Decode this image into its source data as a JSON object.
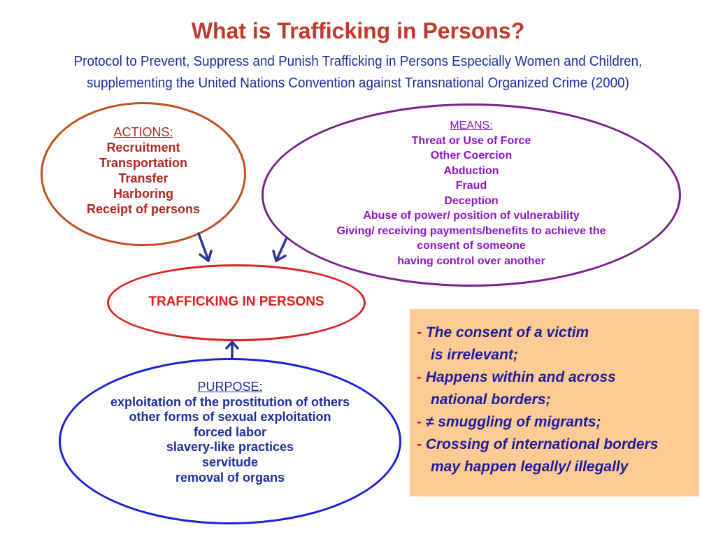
{
  "title": "What is Trafficking in Persons?",
  "subtitle": {
    "line1": "Protocol to Prevent, Suppress and Punish Trafficking in Persons Especially Women and Children,",
    "line2": "supplementing the United Nations Convention against Transnational Organized Crime (2000)"
  },
  "actions": {
    "heading": "ACTIONS:",
    "items": [
      "Recruitment",
      "Transportation",
      "Transfer",
      "Harboring",
      "Receipt of persons"
    ]
  },
  "means": {
    "heading": "MEANS:",
    "items": [
      "Threat or Use of Force",
      "Other Coercion",
      "Abduction",
      "Fraud",
      "Deception",
      "Abuse of power/ position of vulnerability",
      "Giving/ receiving payments/benefits to achieve the",
      "consent of someone",
      "having control over another"
    ]
  },
  "center": {
    "label": "TRAFFICKING IN PERSONS"
  },
  "purpose": {
    "heading": "PURPOSE:",
    "items": [
      "exploitation of the prostitution of others",
      "other forms of sexual exploitation",
      "forced labor",
      "slavery-like practices",
      "servitude",
      "removal of organs"
    ]
  },
  "notes": {
    "dash": "-",
    "lines": [
      "The consent of a victim",
      "is irrelevant;",
      "Happens within and across",
      "national borders;",
      "≠ smuggling of migrants;",
      "Crossing of international borders",
      "may happen legally/ illegally"
    ]
  },
  "colors": {
    "title": "#c0392b",
    "subtitle": "#1d2e9c",
    "actions_border": "#c0501a",
    "means_border": "#7b1f8c",
    "center_border": "#e02020",
    "purpose_border": "#1c1fd6",
    "notes_bg": "#fecb95",
    "arrow": "#2e3592"
  }
}
